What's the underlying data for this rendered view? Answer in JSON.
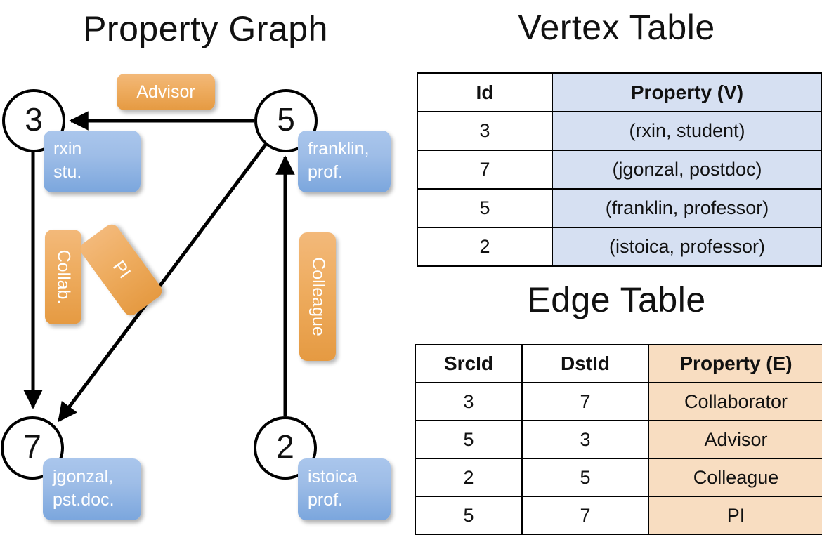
{
  "titles": {
    "property_graph": "Property Graph",
    "vertex_table": "Vertex Table",
    "edge_table": "Edge Table"
  },
  "colors": {
    "vertex_property_fill": "#d6e0f2",
    "edge_property_fill": "#f8ddc1",
    "node_property_box": "#7ba6dd",
    "edge_label_box": "#e59a42",
    "stroke": "#000000",
    "background": "#ffffff"
  },
  "graph": {
    "nodes": [
      {
        "id": "3",
        "property": "rxin\nstu."
      },
      {
        "id": "5",
        "property": "franklin,\nprof."
      },
      {
        "id": "7",
        "property": "jgonzal,\npst.doc."
      },
      {
        "id": "2",
        "property": "istoica\nprof."
      }
    ],
    "node_labels": {
      "n3": "3",
      "n5": "5",
      "n7": "7",
      "n2": "2"
    },
    "node_properties": {
      "n3_line1": "rxin",
      "n3_line2": "stu.",
      "n5_line1": "franklin,",
      "n5_line2": "prof.",
      "n7_line1": "jgonzal,",
      "n7_line2": "pst.doc.",
      "n2_line1": "istoica",
      "n2_line2": "prof."
    },
    "edge_labels": {
      "advisor": "Advisor",
      "collab": "Collab.",
      "pi": "PI",
      "colleague": "Colleague"
    },
    "edges": [
      {
        "src": "5",
        "dst": "3",
        "label": "Advisor"
      },
      {
        "src": "3",
        "dst": "7",
        "label": "Collab."
      },
      {
        "src": "5",
        "dst": "7",
        "label": "PI"
      },
      {
        "src": "2",
        "dst": "5",
        "label": "Colleague"
      }
    ]
  },
  "vertex_table": {
    "headers": [
      "Id",
      "Property (V)"
    ],
    "rows": [
      [
        "3",
        "(rxin, student)"
      ],
      [
        "7",
        "(jgonzal, postdoc)"
      ],
      [
        "5",
        "(franklin, professor)"
      ],
      [
        "2",
        "(istoica, professor)"
      ]
    ]
  },
  "edge_table": {
    "headers": [
      "SrcId",
      "DstId",
      "Property (E)"
    ],
    "rows": [
      [
        "3",
        "7",
        "Collaborator"
      ],
      [
        "5",
        "3",
        "Advisor"
      ],
      [
        "2",
        "5",
        "Colleague"
      ],
      [
        "5",
        "7",
        "PI"
      ]
    ]
  }
}
